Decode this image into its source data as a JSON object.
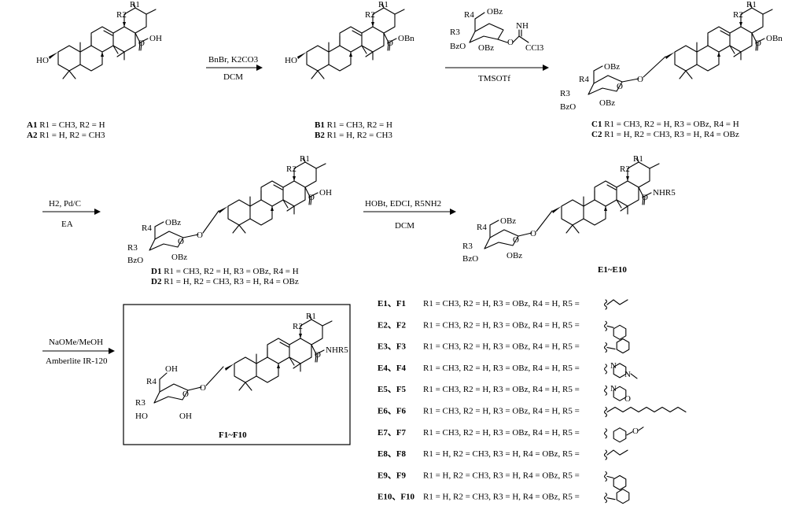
{
  "compounds": {
    "A": {
      "line1": {
        "id": "A1",
        "text": "R1 = CH3, R2 = H"
      },
      "line2": {
        "id": "A2",
        "text": "R1 = H, R2 = CH3"
      }
    },
    "B": {
      "line1": {
        "id": "B1",
        "text": "R1 = CH3, R2 = H"
      },
      "line2": {
        "id": "B2",
        "text": "R1 = H, R2 = CH3"
      }
    },
    "C": {
      "line1": {
        "id": "C1",
        "text": "R1 = CH3, R2 = H, R3 = OBz, R4 = H"
      },
      "line2": {
        "id": "C2",
        "text": "R1 = H, R2 = CH3, R3 = H, R4 = OBz"
      }
    },
    "D": {
      "line1": {
        "id": "D1",
        "text": "R1 = CH3, R2 = H, R3 = OBz, R4 = H"
      },
      "line2": {
        "id": "D2",
        "text": "R1 = H, R2 = CH3, R3 = H, R4 = OBz"
      }
    },
    "E": {
      "label": "E1~E10"
    },
    "F": {
      "label": "F1~F10"
    }
  },
  "atoms": {
    "R1": "R1",
    "R2": "R2",
    "R3": "R3",
    "R4": "R4",
    "OH": "OH",
    "HO": "HO",
    "O": "O",
    "OBn": "OBn",
    "OBz": "OBz",
    "BzO": "BzO",
    "NHR5": "NHR5",
    "NH": "NH",
    "CCl3": "CCl3",
    "N": "N"
  },
  "conditions": {
    "step1": {
      "above": "BnBr, K2CO3",
      "below": "DCM"
    },
    "step2": {
      "below": "TMSOTf"
    },
    "step3": {
      "above": "H2, Pd/C",
      "below": "EA"
    },
    "step4": {
      "above": "HOBt, EDCI, R5NH2",
      "below": "DCM"
    },
    "step5": {
      "above": "NaOMe/MeOH",
      "below": "Amberlite IR-120"
    }
  },
  "table": [
    {
      "ids": "E1、F1",
      "text": "R1 = CH3, R2 = H, R3 = OBz, R4 = H, R5 =",
      "r5": "propyl"
    },
    {
      "ids": "E2、F2",
      "text": "R1 = CH3, R2 = H, R3 = OBz, R4 = H, R5 =",
      "r5": "cyclohexyl"
    },
    {
      "ids": "E3、F3",
      "text": "R1 = CH3, R2 = H, R3 = OBz, R4 = H, R5 =",
      "r5": "benzyl"
    },
    {
      "ids": "E4、F4",
      "text": "R1 = CH3, R2 = H, R3 = OBz, R4 = H, R5 =",
      "r5": "4-methylpiperazin-1-yl"
    },
    {
      "ids": "E5、F5",
      "text": "R1 = CH3, R2 = H, R3 = OBz, R4 = H, R5 =",
      "r5": "morpholino"
    },
    {
      "ids": "E6、F6",
      "text": "R1 = CH3, R2 = H, R3 = OBz, R4 = H, R5 =",
      "r5": "decyl"
    },
    {
      "ids": "E7、F7",
      "text": "R1 = CH3, R2 = H, R3 = OBz, R4 = H, R5 =",
      "r5": "4-methoxyphenyl"
    },
    {
      "ids": "E8、F8",
      "text": "R1 = H, R2 = CH3, R3 = H, R4 = OBz, R5 =",
      "r5": "propyl"
    },
    {
      "ids": "E9、F9",
      "text": "R1 = H, R2 = CH3, R3 = H, R4 = OBz, R5 =",
      "r5": "cyclohexyl"
    },
    {
      "ids": "E10、F10",
      "text": "R1 = H, R2 = CH3, R3 = H, R4 = OBz, R5 =",
      "r5": "benzyl"
    }
  ]
}
